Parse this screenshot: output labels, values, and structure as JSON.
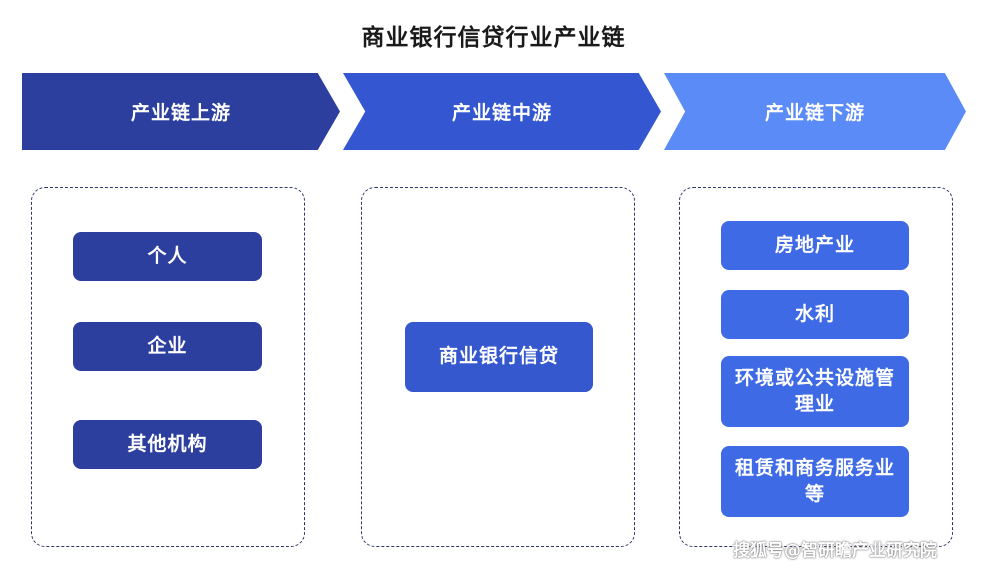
{
  "title": "商业银行信贷行业产业链",
  "stages": [
    {
      "label": "产业链上游",
      "color": "#2d3f9e",
      "items": [
        "个人",
        "企业",
        "其他机构"
      ]
    },
    {
      "label": "产业链中游",
      "color": "#3456d0",
      "items": [
        "商业银行信贷"
      ]
    },
    {
      "label": "产业链下游",
      "color": "#5b8bf7",
      "items": [
        "房地产业",
        "水利",
        "环境或公共设施管理业",
        "租赁和商务服务业等"
      ]
    }
  ],
  "watermark": "搜狐号@智研瞻产业研究院"
}
